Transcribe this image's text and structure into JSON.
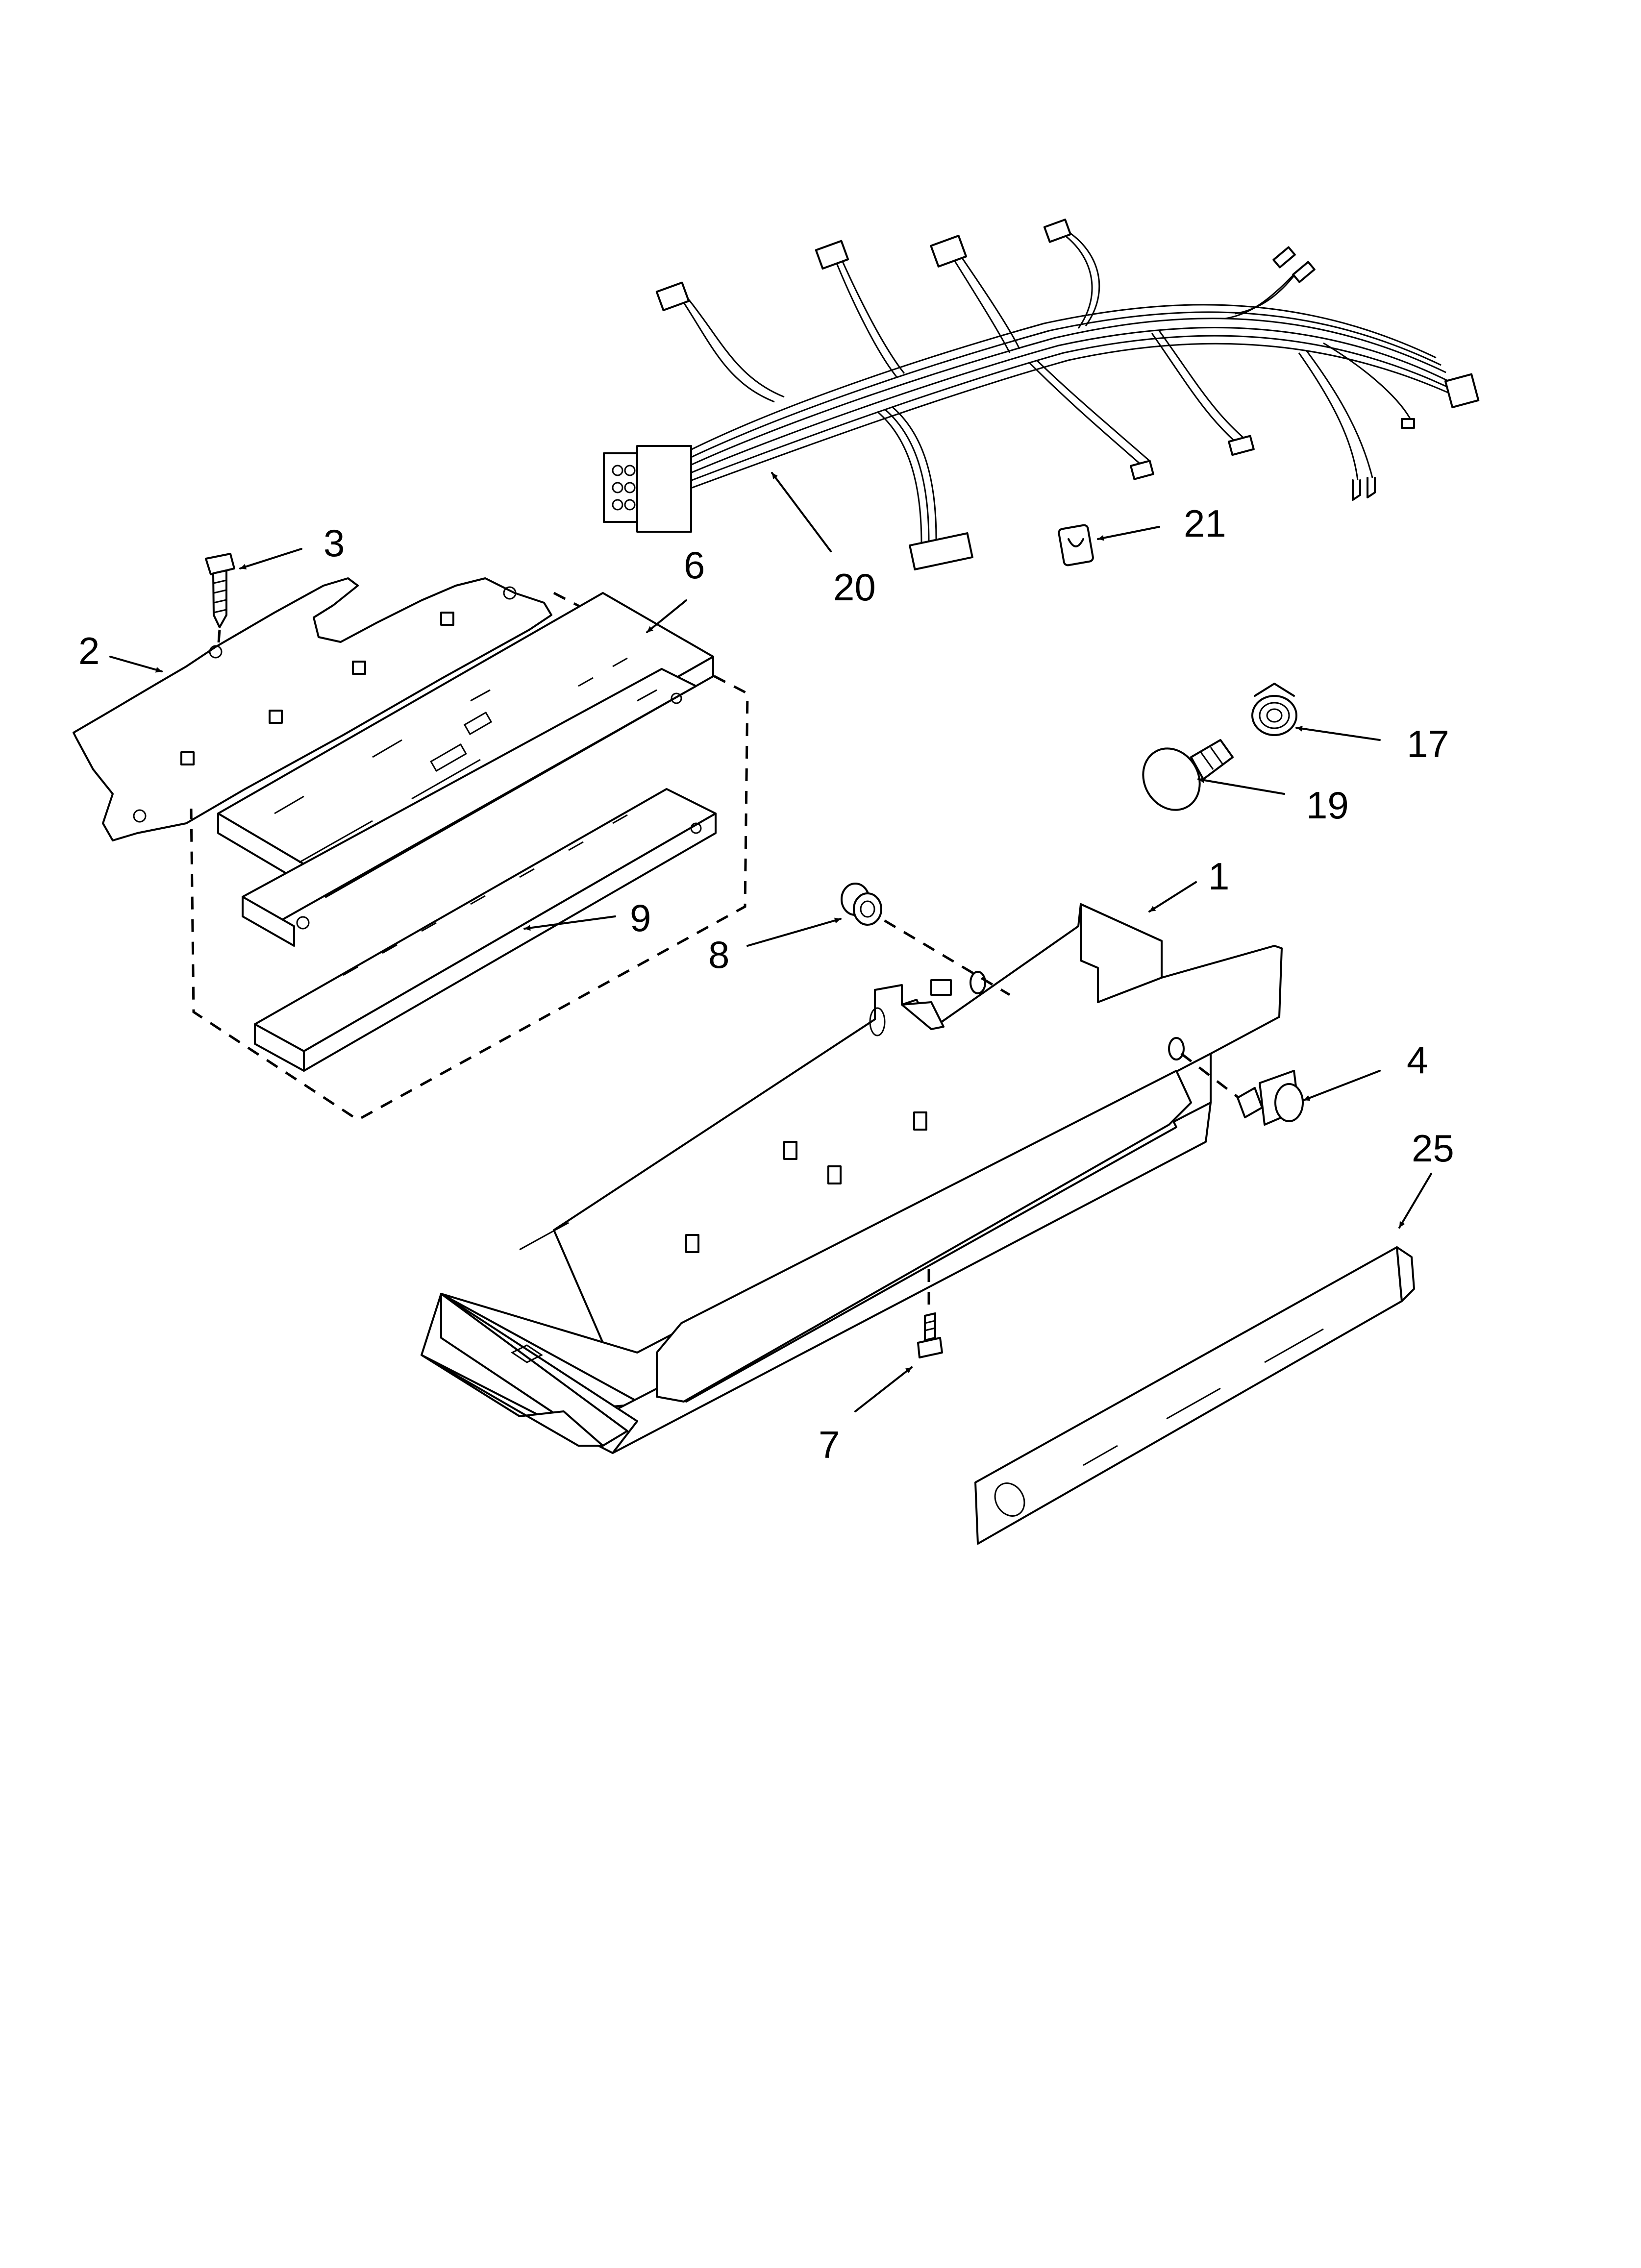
{
  "diagram": {
    "callouts": {
      "c1": "1",
      "c2": "2",
      "c3": "3",
      "c4": "4",
      "c6": "6",
      "c7": "7",
      "c8": "8",
      "c9": "9",
      "c17": "17",
      "c19": "19",
      "c20": "20",
      "c21": "21",
      "c25": "25"
    }
  }
}
